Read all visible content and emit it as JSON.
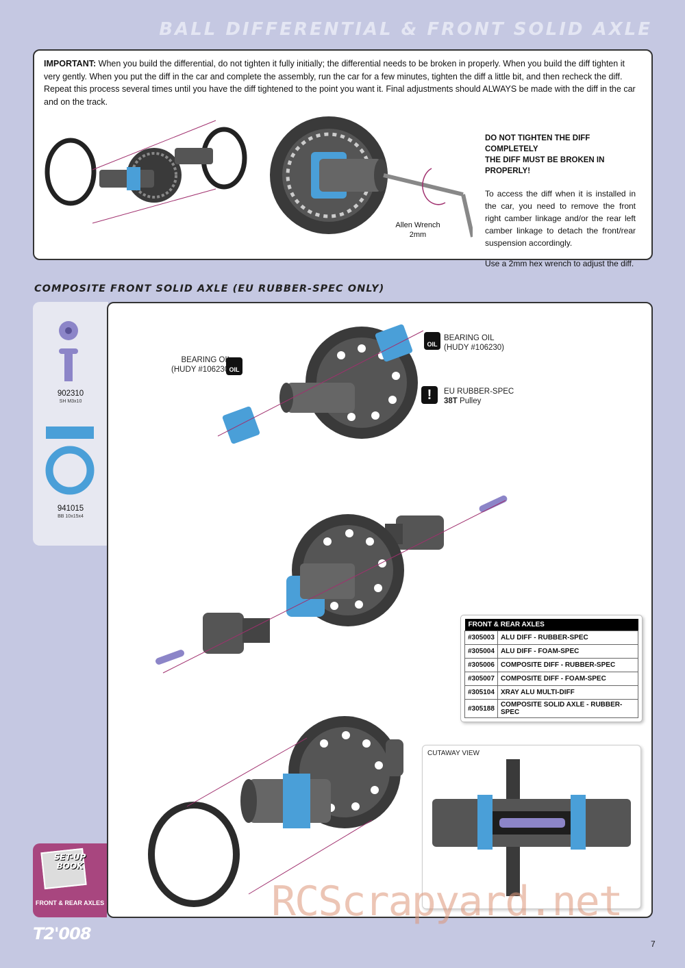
{
  "header": {
    "title": "BALL DIFFERENTIAL & FRONT SOLID AXLE"
  },
  "important": {
    "label": "IMPORTANT:",
    "text": "When you build the differential, do not tighten it fully initially; the differential needs to be broken in properly. When you build the diff tighten it very gently. When you put the diff in the car and complete the assembly, run the car for a few minutes, tighten the diff a little bit, and then recheck the diff. Repeat this process several times until you have the diff tightened to the point you want it. Final adjustments should ALWAYS be made with the diff in the car and on the track.",
    "warning_line1": "DO NOT TIGHTEN THE DIFF COMPLETELY",
    "warning_line2": "THE DIFF MUST BE BROKEN IN PROPERLY!",
    "access_text": "To access the diff when it is installed in the car, you need to remove the front right camber linkage and/or the rear left camber linkage to detach the front/rear suspension accordingly.",
    "hex_text": "Use a 2mm hex wrench to adjust the diff.",
    "allen_label": "Allen Wrench",
    "allen_size": "2mm"
  },
  "section": {
    "title": "COMPOSITE FRONT SOLID AXLE (EU RUBBER-SPEC ONLY)"
  },
  "parts": [
    {
      "code": "902310",
      "desc": "SH M3x10"
    },
    {
      "code": "941015",
      "desc": "BB 10x15x4"
    }
  ],
  "callouts": {
    "oil_left_1": "BEARING OIL",
    "oil_left_2": "(HUDY #106230)",
    "oil_right_1": "BEARING OIL",
    "oil_right_2": "(HUDY #106230)",
    "oil_icon": "OIL",
    "spec_1": "EU RUBBER-SPEC",
    "spec_2b": "38T",
    "spec_2": "Pulley",
    "excl_icon": "!"
  },
  "axles_table": {
    "header": "FRONT & REAR AXLES",
    "rows": [
      {
        "code": "#305003",
        "name": "ALU DIFF - RUBBER-SPEC"
      },
      {
        "code": "#305004",
        "name": "ALU DIFF - FOAM-SPEC"
      },
      {
        "code": "#305006",
        "name": "COMPOSITE DIFF - RUBBER-SPEC"
      },
      {
        "code": "#305007",
        "name": "COMPOSITE DIFF - FOAM-SPEC"
      },
      {
        "code": "#305104",
        "name": "XRAY ALU MULTI-DIFF"
      },
      {
        "code": "#305188",
        "name": "COMPOSITE SOLID AXLE - RUBBER-SPEC"
      }
    ]
  },
  "cutaway": {
    "label": "CUTAWAY VIEW"
  },
  "setup": {
    "line1": "SET-UP",
    "line2": "BOOK",
    "caption": "FRONT & REAR AXLES"
  },
  "footer": {
    "brand": "T2'008",
    "page": "7"
  },
  "watermark": "RCScrapyard.net",
  "colors": {
    "background": "#c5c8e2",
    "bearing_blue": "#4a9fd8",
    "part_gray": "#555555",
    "screw": "#8c85c8",
    "arrow": "#a0306e",
    "setup_magenta": "#a8467f"
  }
}
